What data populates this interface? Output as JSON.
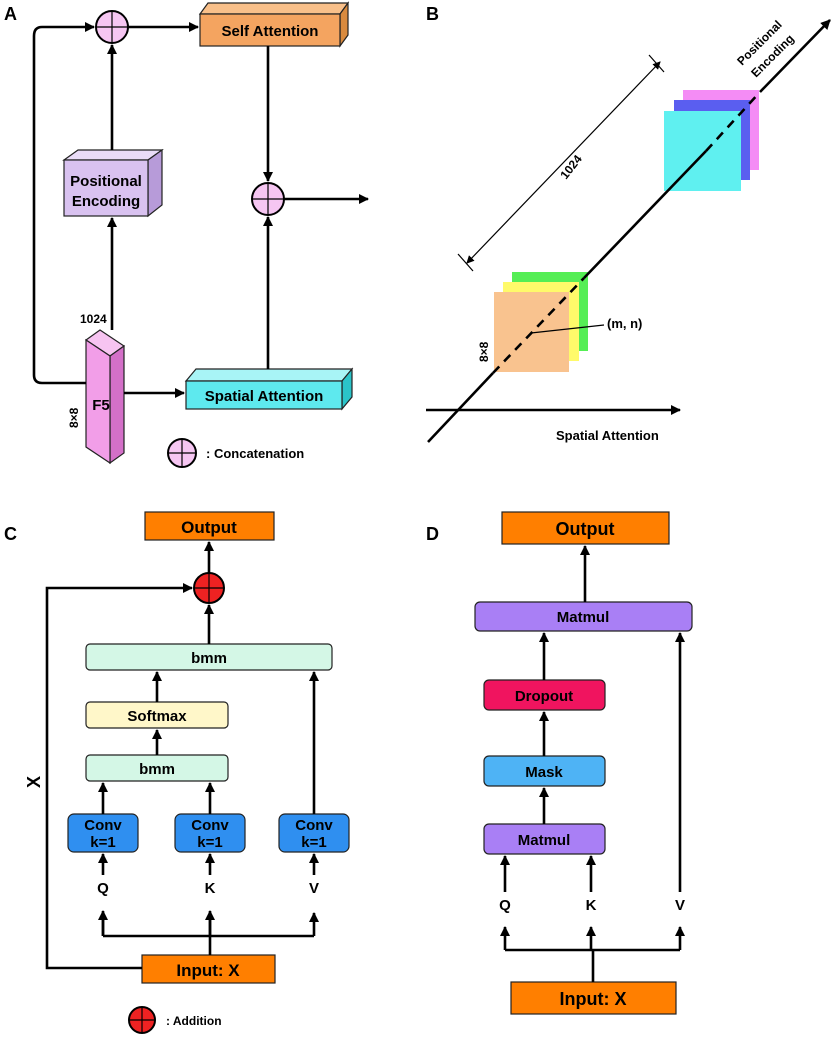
{
  "panels": {
    "a": "A",
    "b": "B",
    "c": "C",
    "d": "D"
  },
  "panel_a": {
    "self_attention": "Self Attention",
    "positional_encoding_line1": "Positional",
    "positional_encoding_line2": "Encoding",
    "f5": "F5",
    "dim_depth": "1024",
    "dim_spatial": "8×8",
    "spatial_attention": "Spatial Attention",
    "legend_text": ": Concatenation"
  },
  "panel_b": {
    "positional_line1": "Positional",
    "positional_line2": "Encoding",
    "length": "1024",
    "coord": "(m, n)",
    "dim_spatial": "8×8",
    "spatial_attention": "Spatial Attention"
  },
  "panel_c": {
    "output": "Output",
    "bmm_top": "bmm",
    "softmax": "Softmax",
    "bmm_bottom": "bmm",
    "conv_q_line1": "Conv",
    "conv_q_line2": "k=1",
    "conv_k_line1": "Conv",
    "conv_k_line2": "k=1",
    "conv_v_line1": "Conv",
    "conv_v_line2": "k=1",
    "q": "Q",
    "k": "K",
    "v": "V",
    "x_label": "X",
    "input": "Input: X",
    "legend_text": ": Addition"
  },
  "panel_d": {
    "output": "Output",
    "matmul_top": "Matmul",
    "dropout": "Dropout",
    "mask": "Mask",
    "matmul_bottom": "Matmul",
    "q": "Q",
    "k": "K",
    "v": "V",
    "input": "Input: X"
  },
  "colors": {
    "self_attention": "#f4a460",
    "positional_encoding": "#d9c2f0",
    "f5": "#f29ee8",
    "spatial_attention": "#5ee9ee",
    "concat_circle": "#f6c6f2",
    "orange_box": "#ff7f00",
    "bmm": "#d4f7e6",
    "softmax": "#fff7c9",
    "conv": "#2f8ff0",
    "addition_circle": "#ee2222",
    "matmul": "#a97ff5",
    "dropout": "#f0145f",
    "mask": "#4eb3f5"
  }
}
